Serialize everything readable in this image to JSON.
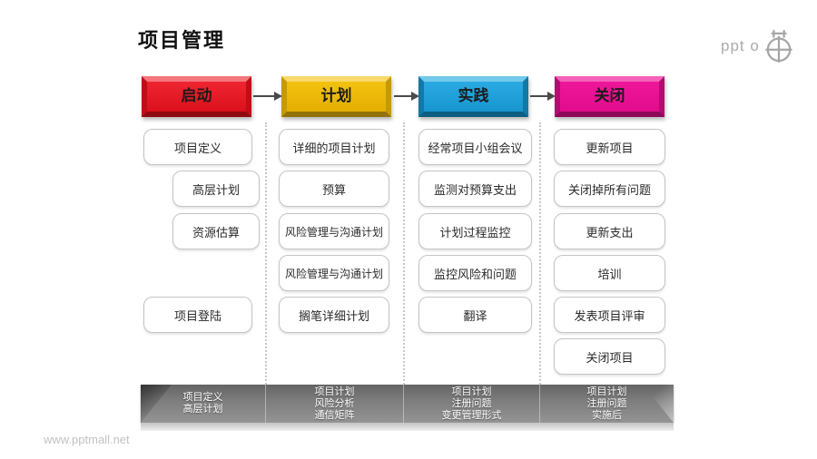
{
  "title": "项目管理",
  "logo": {
    "text": "ppt o",
    "icon": "stopwatch-icon"
  },
  "watermark": "www.pptmall.net",
  "stages": [
    {
      "header": {
        "label": "启动",
        "color": "#da101d"
      },
      "items": [
        "项目定义",
        "高层计划",
        "资源估算",
        "项目登陆"
      ],
      "summary": "项目定义\n高层计划"
    },
    {
      "header": {
        "label": "计划",
        "color": "#e5ae02"
      },
      "items": [
        "详细的项目计划",
        "预算",
        "风险管理与沟通计划",
        "风险管理与沟通计划",
        "搁笔详细计划"
      ],
      "summary": "项目计划\n风险分析\n通信矩阵"
    },
    {
      "header": {
        "label": "实践",
        "color": "#1795cf"
      },
      "items": [
        "经常项目小组会议",
        "监测对预算支出",
        "计划过程监控",
        "监控风险和问题",
        "翻译"
      ],
      "summary": "项目计划\n注册问题\n变更管理形式"
    },
    {
      "header": {
        "label": "关闭",
        "color": "#e20b8c"
      },
      "items": [
        "更新项目",
        "关闭掉所有问题",
        "更新支出",
        "培训",
        "发表项目评审",
        "关闭项目"
      ],
      "summary": "项目计划\n注册问题\n实施后"
    }
  ]
}
